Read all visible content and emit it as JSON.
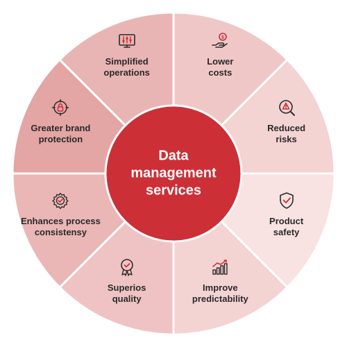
{
  "center": {
    "lines": [
      "Data",
      "management",
      "services"
    ]
  },
  "colors": {
    "center_fill": "#cc2f36",
    "icon_stroke": "#2a2a2a",
    "icon_accent": "#cc2f36",
    "divider": "#ffffff"
  },
  "segments": [
    {
      "name": "lower-costs",
      "lines": [
        "Lower",
        "costs"
      ],
      "icon": "hand-dollar-icon",
      "fill": "#f0c7c7"
    },
    {
      "name": "reduced-risks",
      "lines": [
        "Reduced",
        "risks"
      ],
      "icon": "warning-search-icon",
      "fill": "#f4d3d3"
    },
    {
      "name": "product-safety",
      "lines": [
        "Product",
        "safety"
      ],
      "icon": "shield-check-icon",
      "fill": "#f8e2e2"
    },
    {
      "name": "improve-predictability",
      "lines": [
        "Improve",
        "predictability"
      ],
      "icon": "bar-chart-trend-icon",
      "fill": "#f4d3d3"
    },
    {
      "name": "superios-quality",
      "lines": [
        "Superios",
        "quality"
      ],
      "icon": "quality-badge-icon",
      "fill": "#efc3c3"
    },
    {
      "name": "enhances-process-consistensy",
      "lines": [
        "Enhances process",
        "consistensy"
      ],
      "icon": "gear-check-icon",
      "fill": "#eab6b6"
    },
    {
      "name": "greater-brand-protection",
      "lines": [
        "Greater brand",
        "protection"
      ],
      "icon": "lock-target-icon",
      "fill": "#e4a5a5"
    },
    {
      "name": "simplified-operations",
      "lines": [
        "Simplified",
        "operations"
      ],
      "icon": "control-panel-icon",
      "fill": "#e9b4b4"
    }
  ]
}
